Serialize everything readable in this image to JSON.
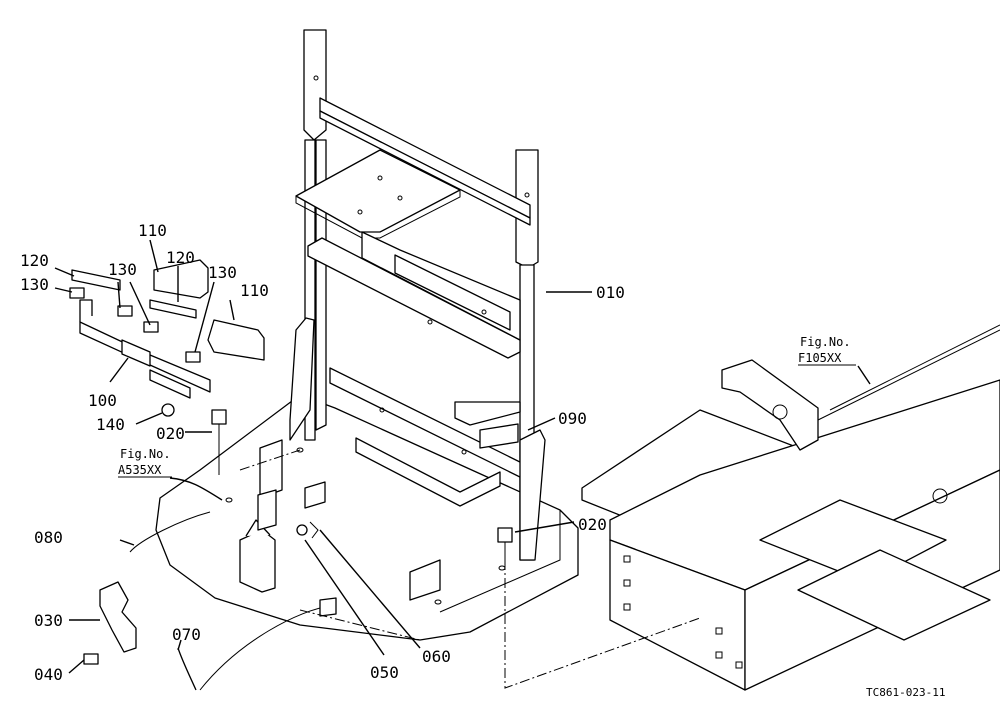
{
  "labels": {
    "p010": "010",
    "p020a": "020",
    "p020b": "020",
    "p030": "030",
    "p040": "040",
    "p050": "050",
    "p060": "060",
    "p070": "070",
    "p080": "080",
    "p090": "090",
    "p100": "100",
    "p110a": "110",
    "p110b": "110",
    "p120a": "120",
    "p120b": "120",
    "p130a": "130",
    "p130b": "130",
    "p130c": "130",
    "p140": "140"
  },
  "refs": {
    "fig_a_line1": "Fig.No.",
    "fig_a_line2": "A535XX",
    "fig_f_line1": "Fig.No.",
    "fig_f_line2": "F105XX"
  },
  "drawing_code": "TC861-023-11"
}
